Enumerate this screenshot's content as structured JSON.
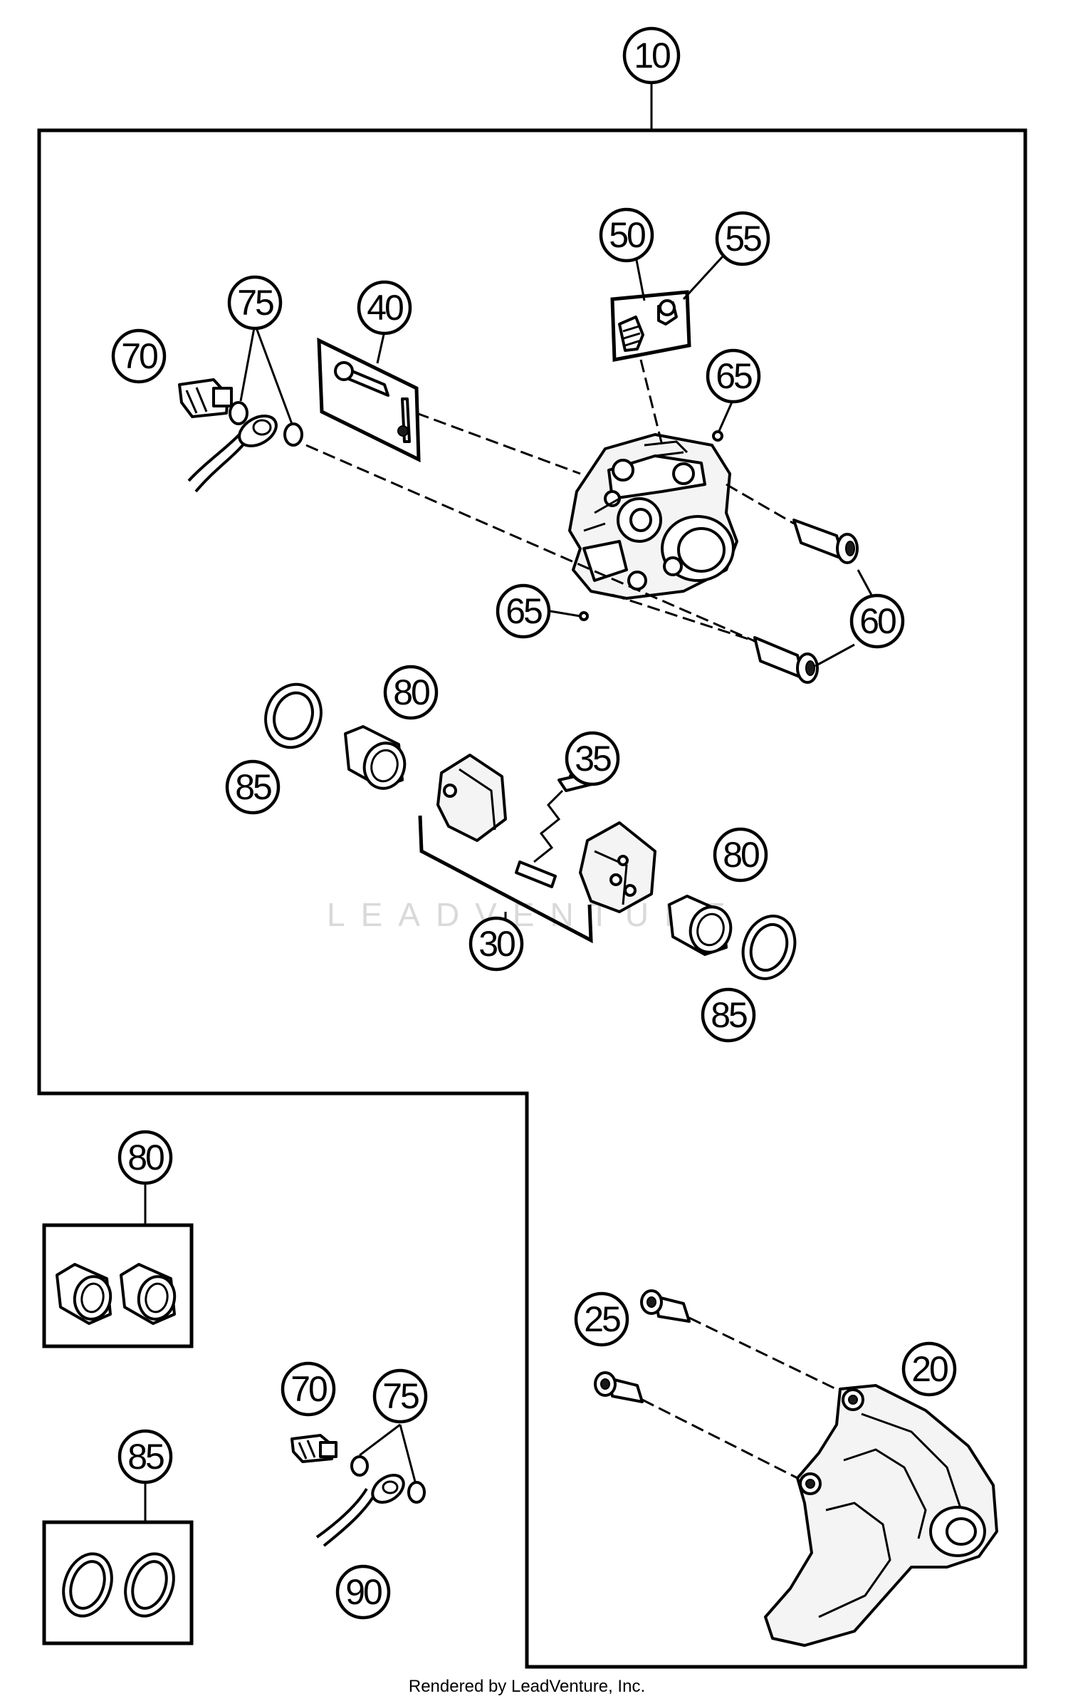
{
  "diagram": {
    "credit": "Rendered by LeadVenture, Inc.",
    "watermark": "LEADVENTURE",
    "callouts": {
      "c10": "10",
      "c50": "50",
      "c55": "55",
      "c75_top": "75",
      "c40": "40",
      "c70_top": "70",
      "c65_top": "65",
      "c65_mid": "65",
      "c60": "60",
      "c80_top": "80",
      "c85_top": "85",
      "c35": "35",
      "c80_mid": "80",
      "c30": "30",
      "c85_mid": "85",
      "c80_kit": "80",
      "c85_kit": "85",
      "c70_bottom": "70",
      "c75_bottom": "75",
      "c90": "90",
      "c25": "25",
      "c20": "20"
    }
  }
}
